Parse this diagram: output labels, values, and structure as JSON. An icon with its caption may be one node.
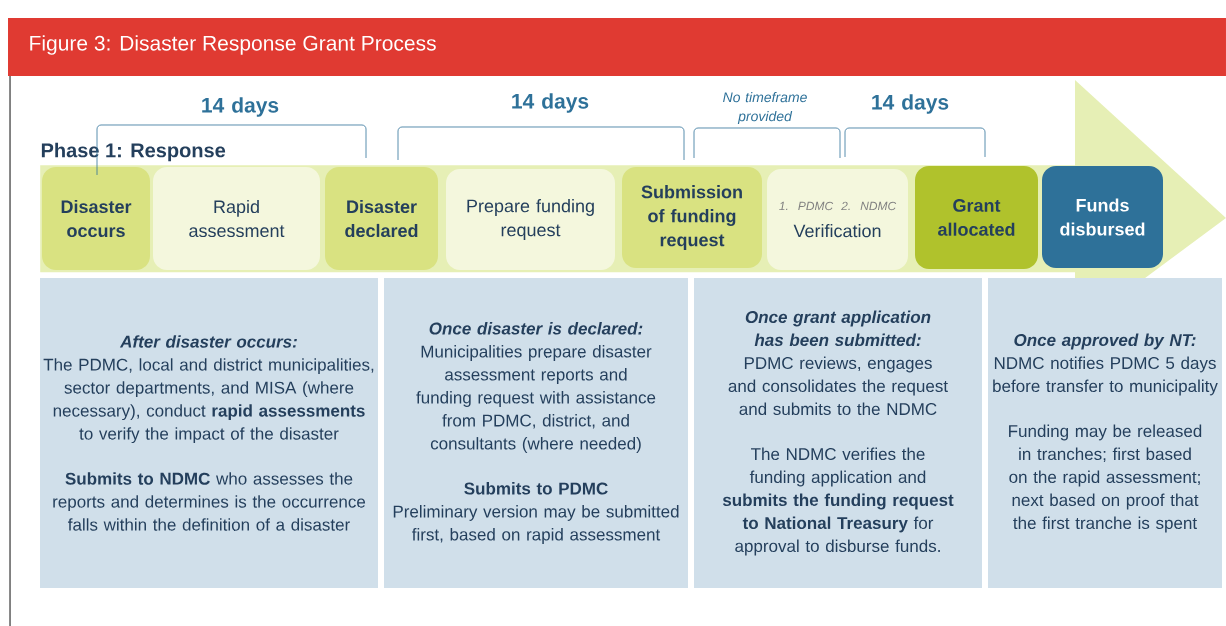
{
  "diagram": {
    "title": "Figure 3: Disaster Response Grant Process",
    "nodes": [
      {
        "text": [
          "Phase 1: Response"
        ]
      },
      {
        "text": [
          "Disaster occurs"
        ],
        "in": 0
      },
      {
        "text": [
          "Rapid assessment"
        ],
        "in": 0
      },
      {
        "text": [
          "Disaster declared"
        ],
        "in": 0
      },
      {
        "text": [
          "Prepare funding request"
        ],
        "in": 0
      },
      {
        "text": [
          "Submission of funding request"
        ],
        "in": 0
      },
      {
        "text": [
          "1. PDMC",
          "2. NDMC",
          "Verification"
        ],
        "in": 0
      },
      {
        "text": [
          "Grant allocated"
        ],
        "in": 0
      },
      {
        "text": [
          "Funds disbursed"
        ],
        "in": 0
      },
      {
        "text": [
          "After disaster occurs:",
          "The PDMC, local and district municipalities, sector departments, and MISA (where necessary), conduct **rapid assessments** to verify the impact of the disaster",
          "**Submits to NDMC** who assesses the reports and determines is the occurrence falls within the definition of a disaster"
        ]
      },
      {
        "text": [
          "Once disaster is declared:",
          "Municipalities prepare disaster assessment reports and funding request with assistance from PDMC, district, and consultants (where needed)",
          "Submits to PDMC",
          "Preliminary version may be submitted first, based on rapid assessment"
        ]
      },
      {
        "text": [
          "Once grant application has been submitted:",
          "PDMC reviews, engages and consolidates the request and submits to the NDMC",
          "The NDMC verifies the funding application and **submits the funding request to National Treasury** for approval to disburse funds."
        ]
      },
      {
        "text": [
          "Once approved by NT:",
          "NDMC notifies PDMC 5 days before transfer to municipality",
          "Funding may be released in tranches; first based on the rapid assessment; next based on proof that the first tranche is spent"
        ]
      }
    ],
    "labels": [
      "14 days",
      "14 days",
      "No timeframe provided",
      "14 days"
    ]
  }
}
